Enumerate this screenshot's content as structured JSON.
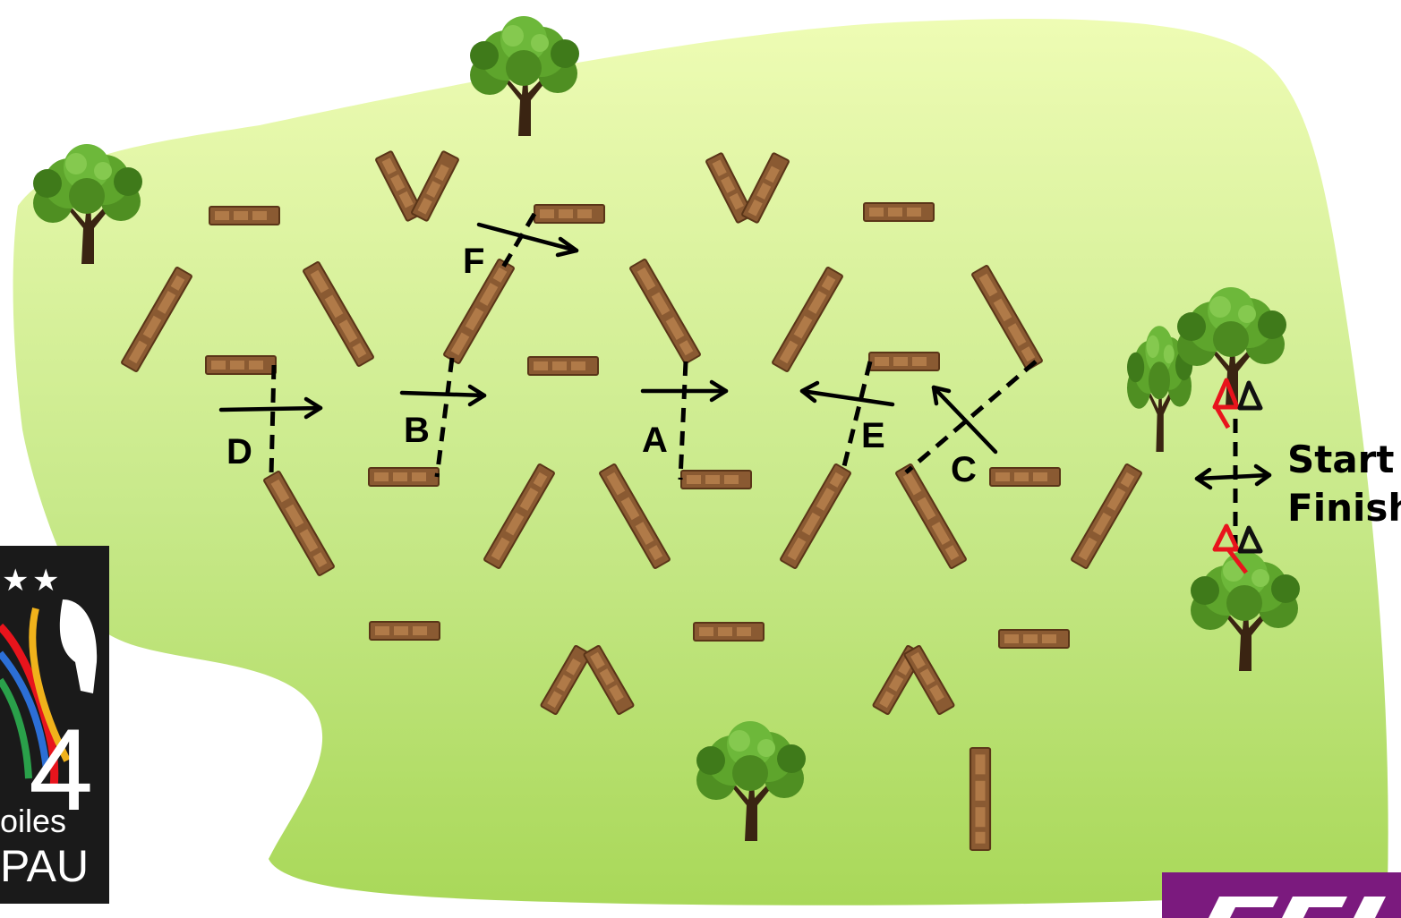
{
  "course": {
    "gate_labels": {
      "a": "A",
      "b": "B",
      "c": "C",
      "d": "D",
      "e": "E",
      "f": "F"
    },
    "start_label": "Start",
    "finish_label": "Finish"
  },
  "logos": {
    "left_logo_text_1": "oiles",
    "left_logo_text_2": "PAU",
    "left_logo_numeral": "4"
  },
  "colors": {
    "grass_light": "#eefcb4",
    "grass_dark": "#a9d859",
    "log": "#8a5a32",
    "flag_red": "#e8141c",
    "logo_bg": "#1a1a1a",
    "fei_purple": "#7b1a7e"
  }
}
